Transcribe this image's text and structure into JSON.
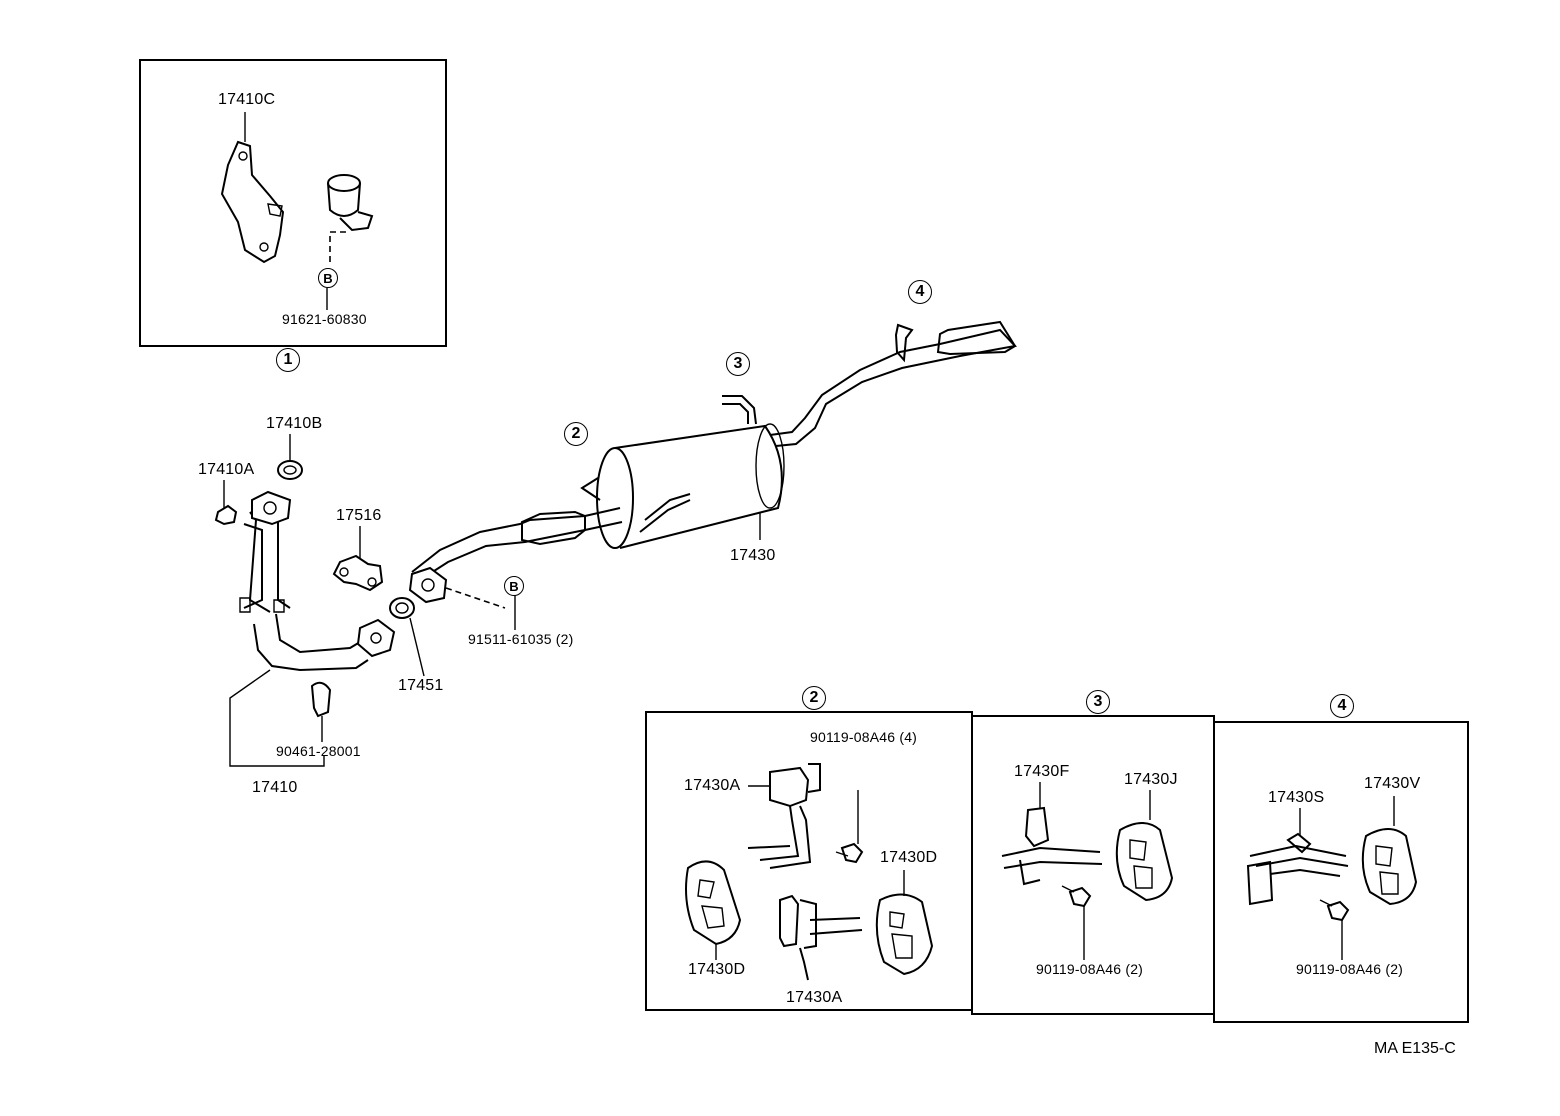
{
  "parts": {
    "p17410C": "17410C",
    "p91621": "91621-60830",
    "p17410B": "17410B",
    "p17410A": "17410A",
    "p17516": "17516",
    "p17451": "17451",
    "p90461": "90461-28001",
    "p17410": "17410",
    "p91511": "91511-61035 (2)",
    "p17430": "17430",
    "g2_90119": "90119-08A46 (4)",
    "g2_17430A_top": "17430A",
    "g2_17430D_right": "17430D",
    "g2_17430D_left": "17430D",
    "g2_17430A_bottom": "17430A",
    "g3_17430F": "17430F",
    "g3_17430J": "17430J",
    "g3_90119": "90119-08A46 (2)",
    "g4_17430S": "17430S",
    "g4_17430V": "17430V",
    "g4_90119": "90119-08A46 (2)"
  },
  "refs": {
    "r1": "1",
    "r2": "2",
    "r3": "3",
    "r4": "4",
    "b_top": "B",
    "b_mid": "B",
    "box2": "2",
    "box3": "3",
    "box4": "4"
  },
  "code": "MA  E135-C"
}
